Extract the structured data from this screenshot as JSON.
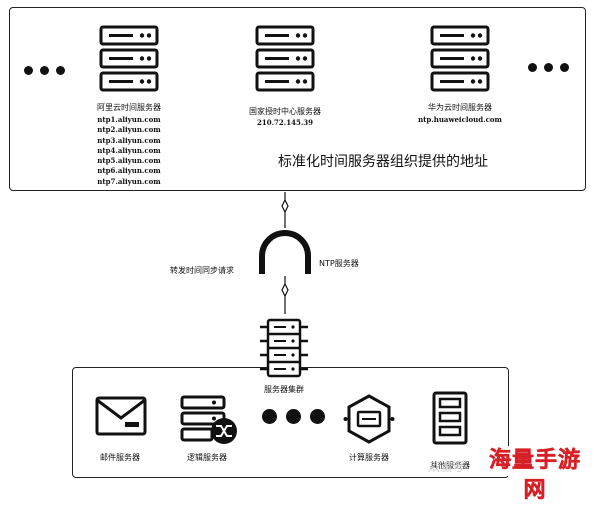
{
  "top_panel": {
    "title": "标准化时间服务器组织提供的地址",
    "servers": [
      {
        "name": "阿里云时间服务器",
        "addresses": [
          "ntp1.aliyun.com",
          "ntp2.aliyun.com",
          "ntp3.aliyun.com",
          "ntp4.aliyun.com",
          "ntp5.aliyun.com",
          "ntp6.aliyun.com",
          "ntp7.aliyun.com"
        ]
      },
      {
        "name": "国家授时中心服务器",
        "addresses": [
          "210.72.145.39"
        ]
      },
      {
        "name": "华为云时间服务器",
        "addresses": [
          "ntp.huaweicloud.com"
        ]
      }
    ]
  },
  "middle": {
    "left_label": "转发时间同步请求",
    "right_label": "NTP服务器"
  },
  "bottom_panel": {
    "cluster_label": "服务器集群",
    "nodes": [
      {
        "name": "邮件服务器",
        "icon": "mail-icon"
      },
      {
        "name": "逻辑服务器",
        "icon": "logic-server-icon"
      },
      {
        "name": "计算服务器",
        "icon": "compute-icon"
      },
      {
        "name": "其他服务器",
        "icon": "server-rack-icon"
      }
    ]
  },
  "watermark": {
    "brand": "海量手游网",
    "faint": "双鱼号"
  }
}
